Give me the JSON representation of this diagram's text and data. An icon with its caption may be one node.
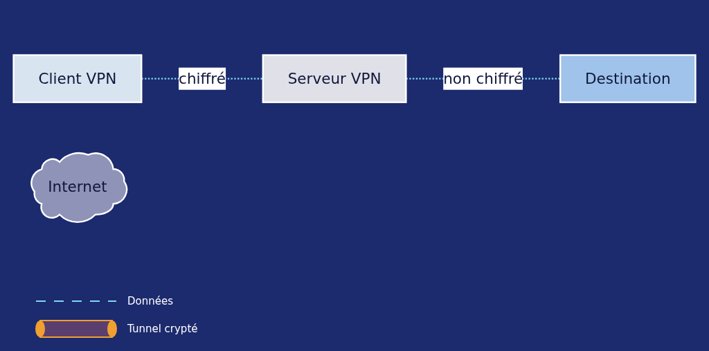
{
  "diagram": {
    "nodes": [
      {
        "text": [
          "Client VPN"
        ]
      },
      {
        "text": [
          "Internet"
        ]
      },
      {
        "text": [
          "Serveur VPN"
        ]
      },
      {
        "text": [
          "Destination"
        ]
      }
    ],
    "edges": [
      {
        "from": 0,
        "to": 2,
        "arrow": "none",
        "label": "chiffré",
        "style": "dashed"
      },
      {
        "from": 2,
        "to": 3,
        "arrow": "none",
        "label": "non chiffré",
        "style": "dashed"
      }
    ],
    "legend": [
      {
        "text": "Données"
      },
      {
        "text": "Tunnel crypté"
      }
    ]
  }
}
